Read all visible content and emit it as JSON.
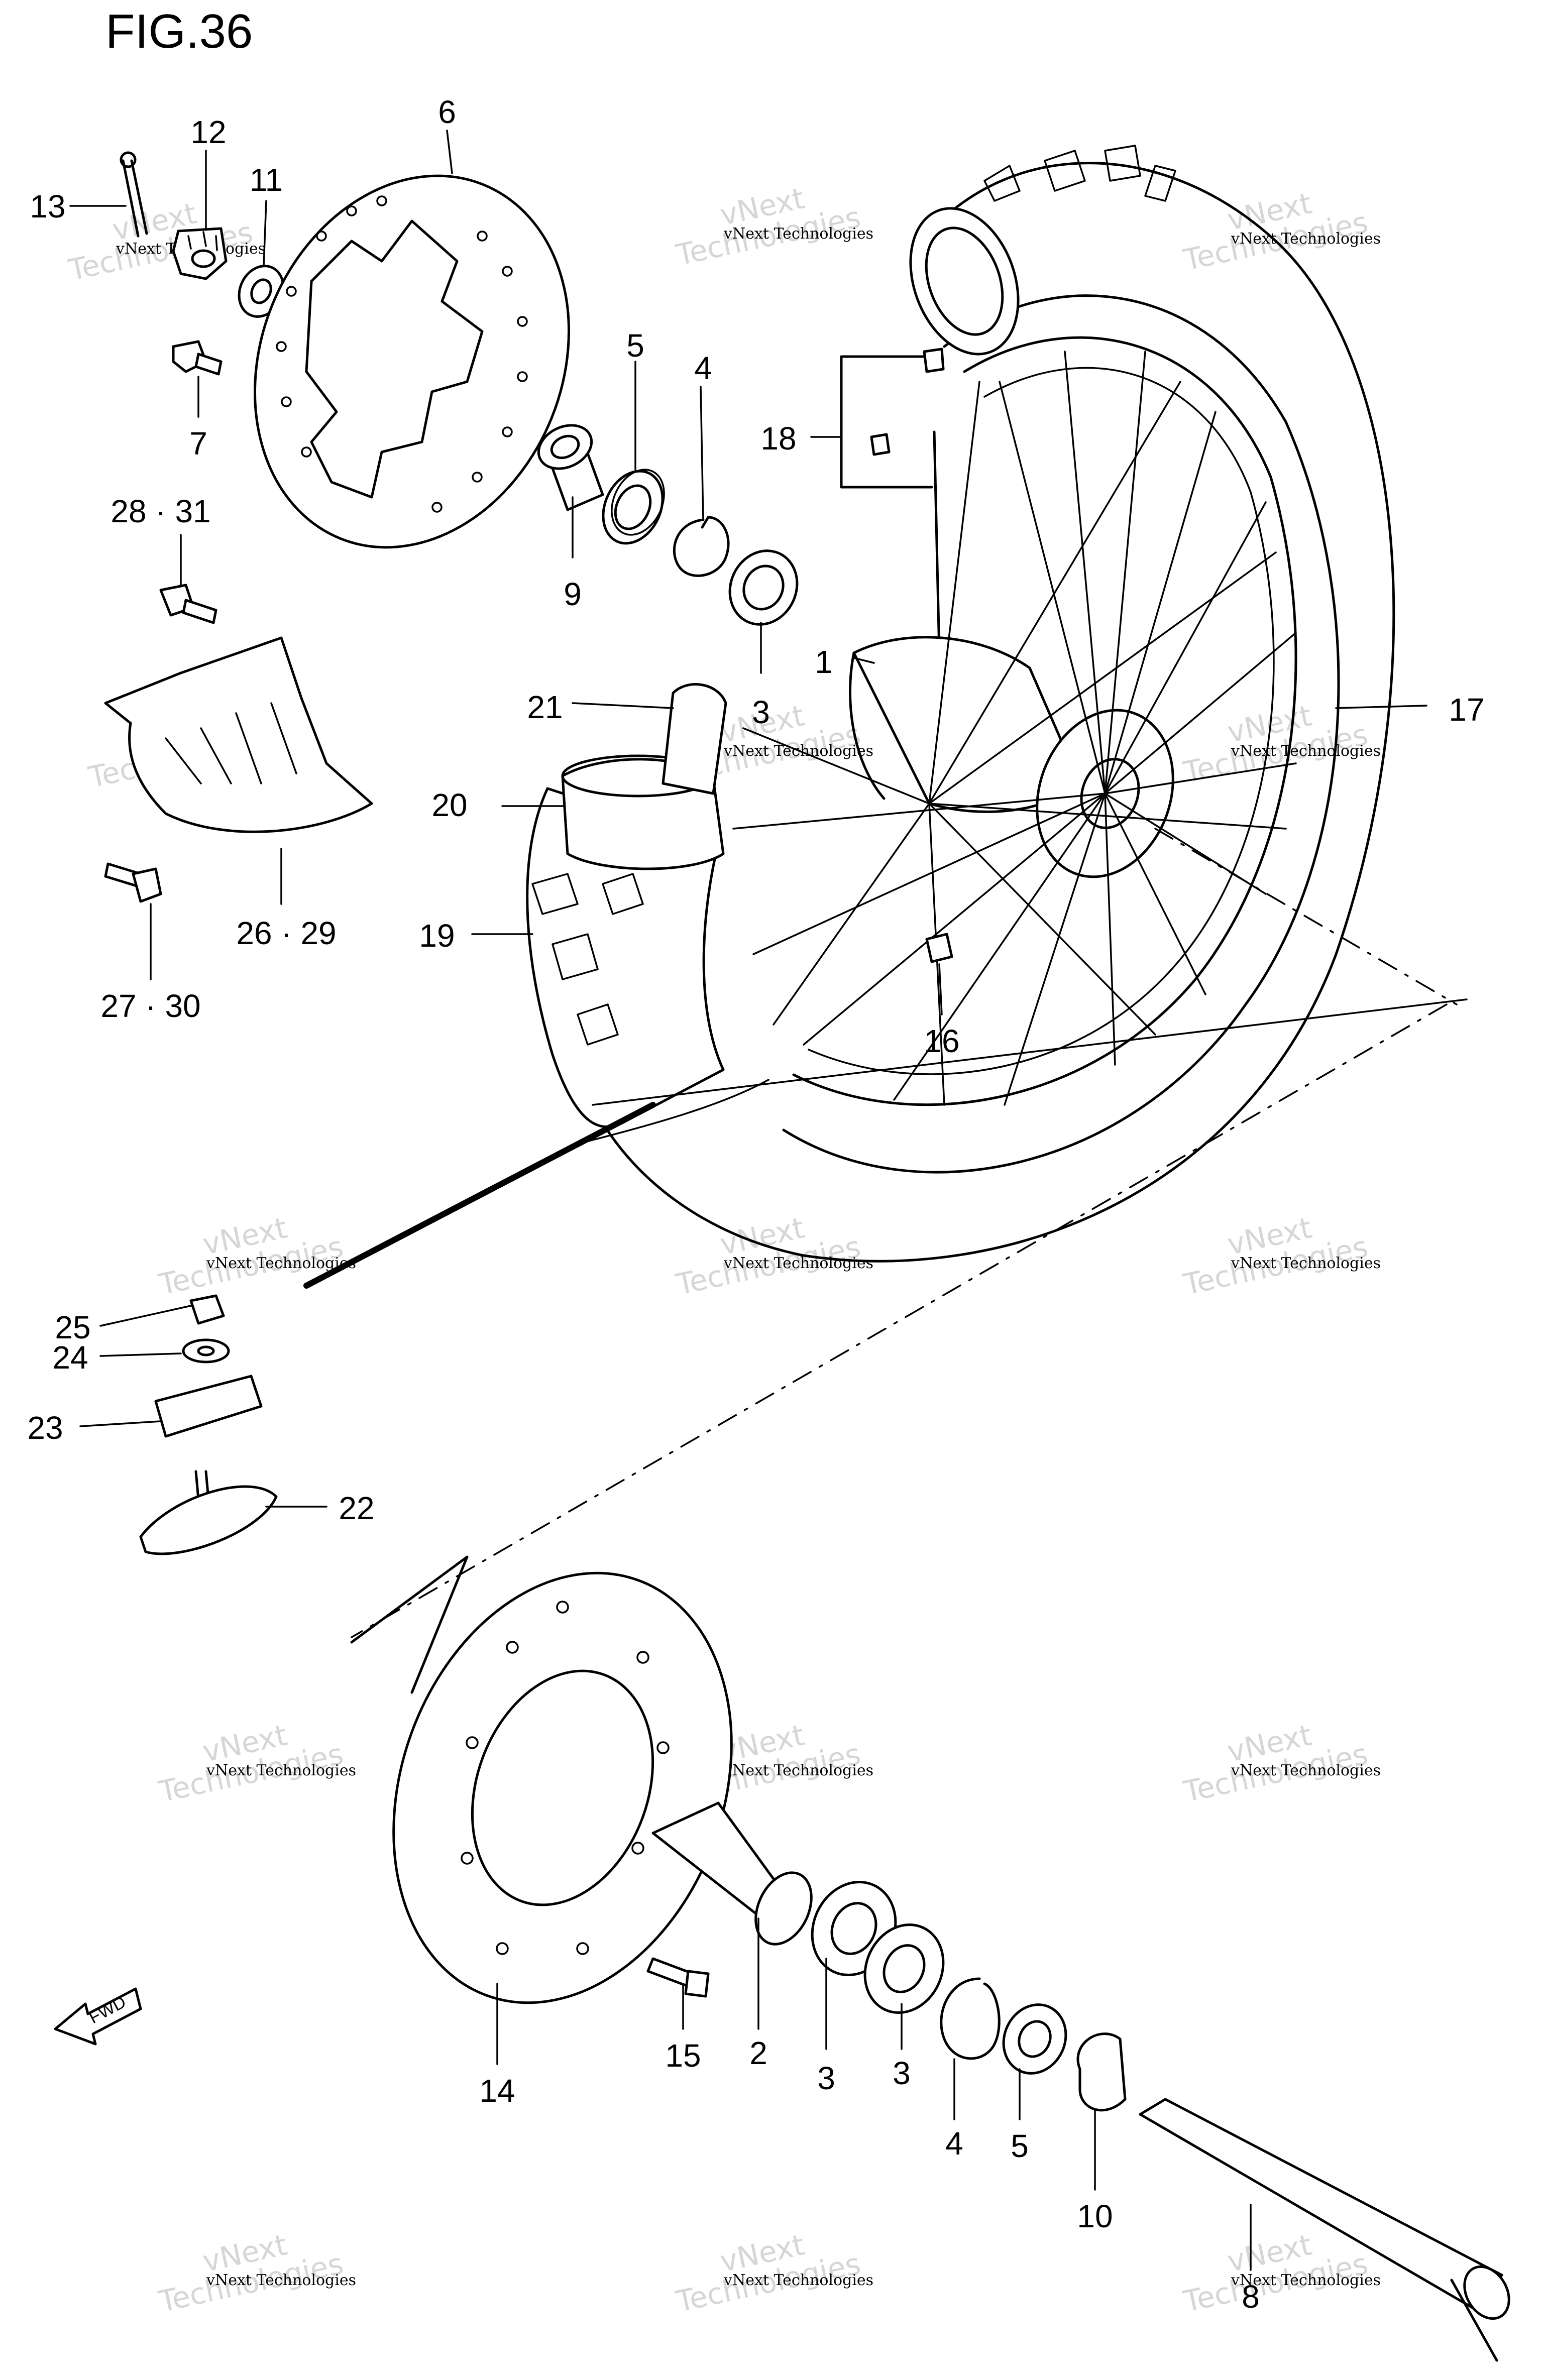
{
  "figure": {
    "title": "FIG.36"
  },
  "watermark": {
    "line1": "vNext",
    "line2": "Technologies",
    "small": "vNext Technologies"
  },
  "fwd": {
    "label": "FWD"
  },
  "callouts": [
    {
      "label": "13"
    },
    {
      "label": "12"
    },
    {
      "label": "11"
    },
    {
      "label": "6"
    },
    {
      "label": "7"
    },
    {
      "label": "28 · 31"
    },
    {
      "label": "5"
    },
    {
      "label": "4"
    },
    {
      "label": "18"
    },
    {
      "label": "9"
    },
    {
      "label": "3"
    },
    {
      "label": "1"
    },
    {
      "label": "21"
    },
    {
      "label": "17"
    },
    {
      "label": "20"
    },
    {
      "label": "19"
    },
    {
      "label": "26 · 29"
    },
    {
      "label": "27 · 30"
    },
    {
      "label": "16"
    },
    {
      "label": "25"
    },
    {
      "label": "24"
    },
    {
      "label": "23"
    },
    {
      "label": "22"
    },
    {
      "label": "14"
    },
    {
      "label": "15"
    },
    {
      "label": "2"
    },
    {
      "label": "3"
    },
    {
      "label": "3"
    },
    {
      "label": "4"
    },
    {
      "label": "5"
    },
    {
      "label": "10"
    },
    {
      "label": "8"
    }
  ]
}
